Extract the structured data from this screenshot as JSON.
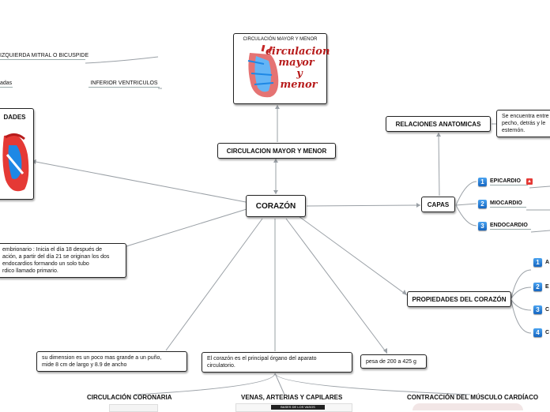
{
  "center": {
    "label": "CORAZÓN"
  },
  "circulacion": {
    "label": "CIRCULACION MAYOR Y MENOR",
    "image_caption": "CIRCULACIÓN MAYOR Y MENOR",
    "image_text_1": "circulacion mayor",
    "image_text_2": "y",
    "image_text_3": "menor"
  },
  "left_top": {
    "mitral": "IZQUIERDA MITRAL O BICUSPIDE",
    "cut_left": "adas",
    "inferior": "INFERIOR VENTRICULOS",
    "box_title": "DADES"
  },
  "embrionario": {
    "line1": "embrionario : Inicia el día 18 después de",
    "line2": "ación, a partir del día 21 se originan los dos",
    "line3": "endocardios formando un solo tubo",
    "line4": "rdico llamado primario."
  },
  "relaciones": {
    "label": "RELACIONES ANATOMICAS",
    "note_line1": "Se encuentra entre",
    "note_line2": "pecho, detrás y le",
    "note_line3": "esternón."
  },
  "capas": {
    "label": "CAPAS",
    "items": [
      {
        "num": "1",
        "label": "EPICARDIO"
      },
      {
        "num": "2",
        "label": "MIOCARDIO"
      },
      {
        "num": "3",
        "label": "ENDOCARDIO"
      }
    ]
  },
  "propiedades": {
    "label": "PROPIEDADES DEL CORAZÓN",
    "items": [
      {
        "num": "1",
        "label": "A"
      },
      {
        "num": "2",
        "label": "E"
      },
      {
        "num": "3",
        "label": "C"
      },
      {
        "num": "4",
        "label": "C"
      }
    ]
  },
  "notes": {
    "dimension_1": "su dimension es un poco mas grande a un puño,",
    "dimension_2": "mide 8 cm de largo y 8.9 de ancho",
    "organo_1": "El corazón es el principal órgano del aparato",
    "organo_2": "circulatorio.",
    "peso": "pesa de 200 a 425 g"
  },
  "bottom": {
    "coronaria": "CIRCULACIÓN CORONARIA",
    "venas": "VENAS, ARTERIAS Y CAPILARES",
    "contraccion": "CONTRACCIÓN DEL MÚSCULO CARDÍACO",
    "venas_caption": "BASES DE LOS VASOS"
  },
  "colors": {
    "line": "#9aa0a6",
    "accent_blue": "#1565c0",
    "heart_red": "#e53935",
    "title_red": "#b71c1c"
  }
}
